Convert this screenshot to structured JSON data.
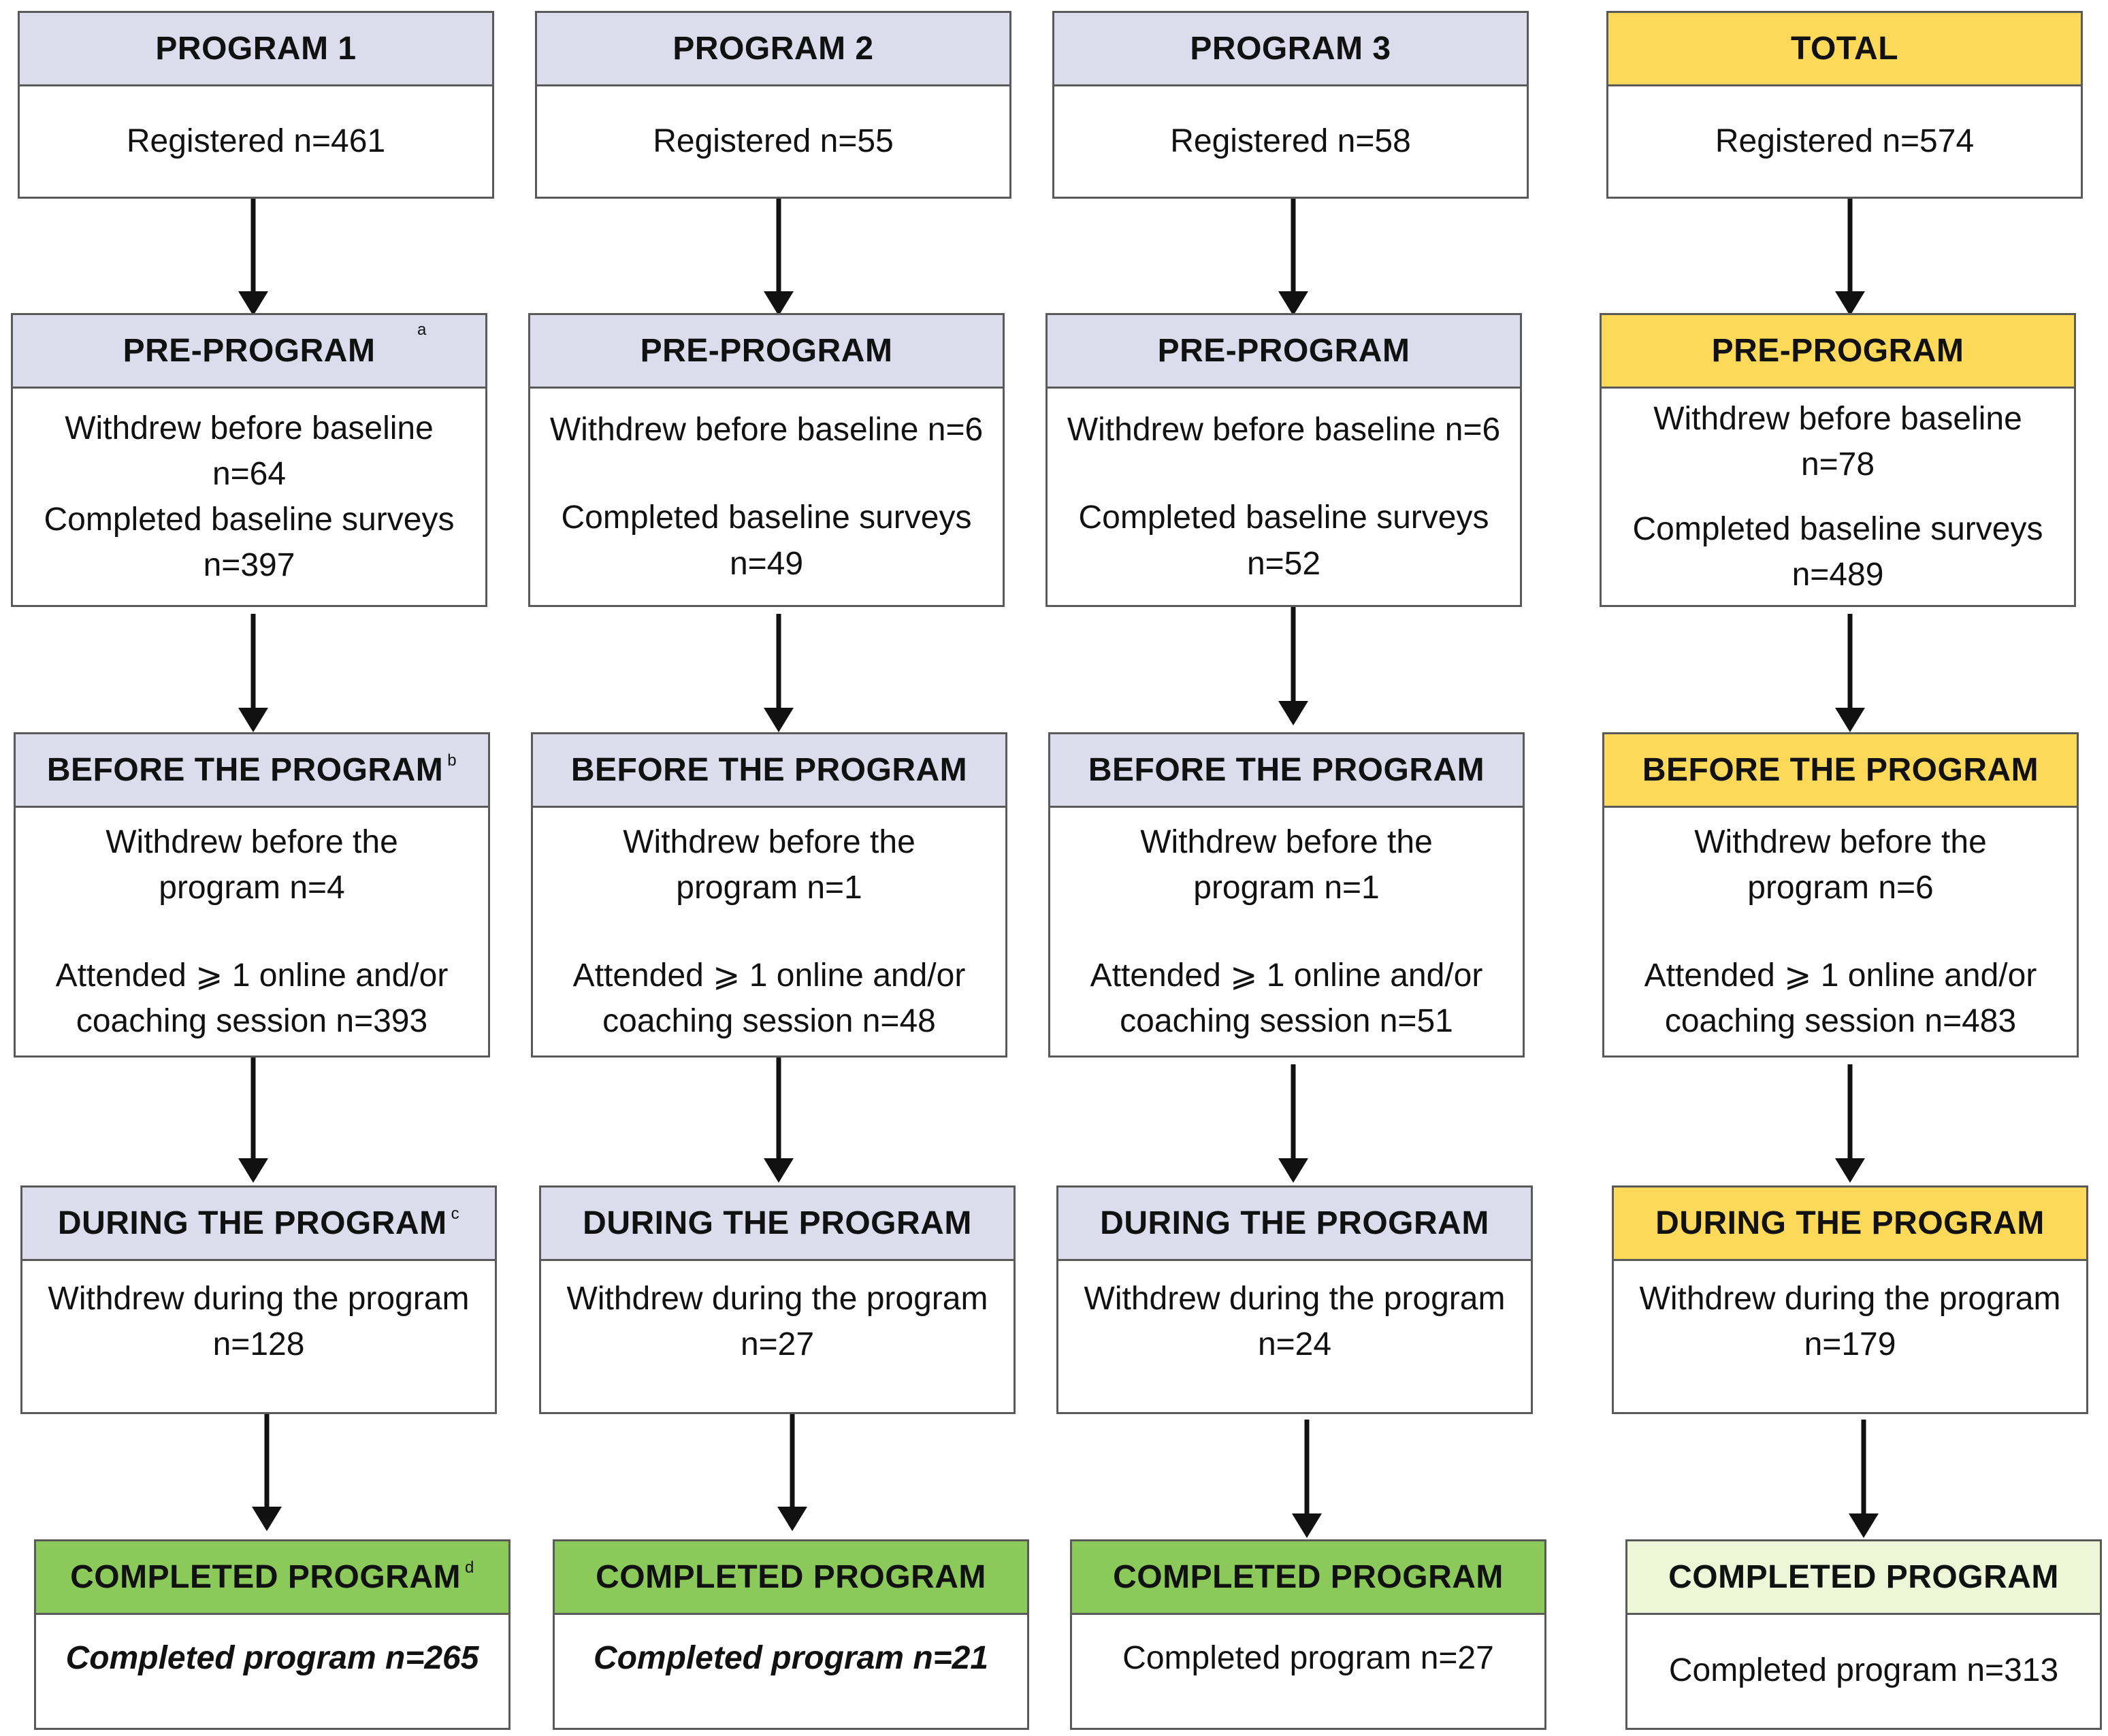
{
  "programs": [
    {
      "title": "PROGRAM 1",
      "registered": "Registered n=461",
      "pre": {
        "title": "PRE-PROGRAM",
        "note": "a",
        "withdrew_a": "Withdrew before baseline",
        "withdrew_b": "n=64",
        "completed_a": "Completed baseline surveys",
        "completed_b": "n=397"
      },
      "before": {
        "title": "BEFORE THE PROGRAM",
        "note": "b",
        "withdrew_a": "Withdrew before the",
        "withdrew_b": "program n=4",
        "attended_a": "Attended ⩾ 1 online and/or",
        "attended_b": "coaching session n=393"
      },
      "during": {
        "title": "DURING THE PROGRAM",
        "note": "c",
        "withdrew_a": "Withdrew during the program",
        "withdrew_b": "n=128"
      },
      "completed": {
        "title": "COMPLETED PROGRAM",
        "note": "d",
        "text": "Completed program n=265"
      }
    },
    {
      "title": "PROGRAM 2",
      "registered": "Registered n=55",
      "pre": {
        "title": "PRE-PROGRAM",
        "withdrew": "Withdrew before baseline n=6",
        "completed_a": "Completed baseline surveys",
        "completed_b": "n=49"
      },
      "before": {
        "title": "BEFORE THE PROGRAM",
        "withdrew_a": "Withdrew before the",
        "withdrew_b": "program n=1",
        "attended_a": "Attended ⩾ 1 online and/or",
        "attended_b": "coaching session n=48"
      },
      "during": {
        "title": "DURING THE PROGRAM",
        "withdrew_a": "Withdrew during the program",
        "withdrew_b": "n=27"
      },
      "completed": {
        "title": "COMPLETED PROGRAM",
        "text": "Completed program n=21"
      }
    },
    {
      "title": "PROGRAM 3",
      "registered": "Registered n=58",
      "pre": {
        "title": "PRE-PROGRAM",
        "withdrew": "Withdrew before baseline n=6",
        "completed_a": "Completed baseline surveys",
        "completed_b": "n=52"
      },
      "before": {
        "title": "BEFORE THE PROGRAM",
        "withdrew_a": "Withdrew before the",
        "withdrew_b": "program n=1",
        "attended_a": "Attended ⩾ 1 online and/or",
        "attended_b": "coaching session n=51"
      },
      "during": {
        "title": "DURING THE PROGRAM",
        "withdrew_a": "Withdrew during the program",
        "withdrew_b": "n=24"
      },
      "completed": {
        "title": "COMPLETED PROGRAM",
        "text": "Completed program n=27"
      }
    },
    {
      "title": "TOTAL",
      "registered": "Registered n=574",
      "pre": {
        "title": "PRE-PROGRAM",
        "withdrew_a": "Withdrew before baseline",
        "withdrew_b": "n=78",
        "completed_a": "Completed baseline surveys",
        "completed_b": "n=489"
      },
      "before": {
        "title": "BEFORE THE PROGRAM",
        "withdrew_a": "Withdrew before the",
        "withdrew_b": "program n=6",
        "attended_a": "Attended ⩾ 1 online and/or",
        "attended_b": "coaching session n=483"
      },
      "during": {
        "title": "DURING THE PROGRAM",
        "withdrew_a": "Withdrew during the program",
        "withdrew_b": "n=179"
      },
      "completed": {
        "title": "COMPLETED PROGRAM",
        "text": "Completed program n=313"
      }
    }
  ],
  "colors": {
    "program_header": "#dcdcec",
    "total_header": "#fdd95a",
    "completed_header": "#8bc95a",
    "total_completed_header": "#eef6d8",
    "border": "#5a5a5a",
    "arrow": "#111111"
  }
}
